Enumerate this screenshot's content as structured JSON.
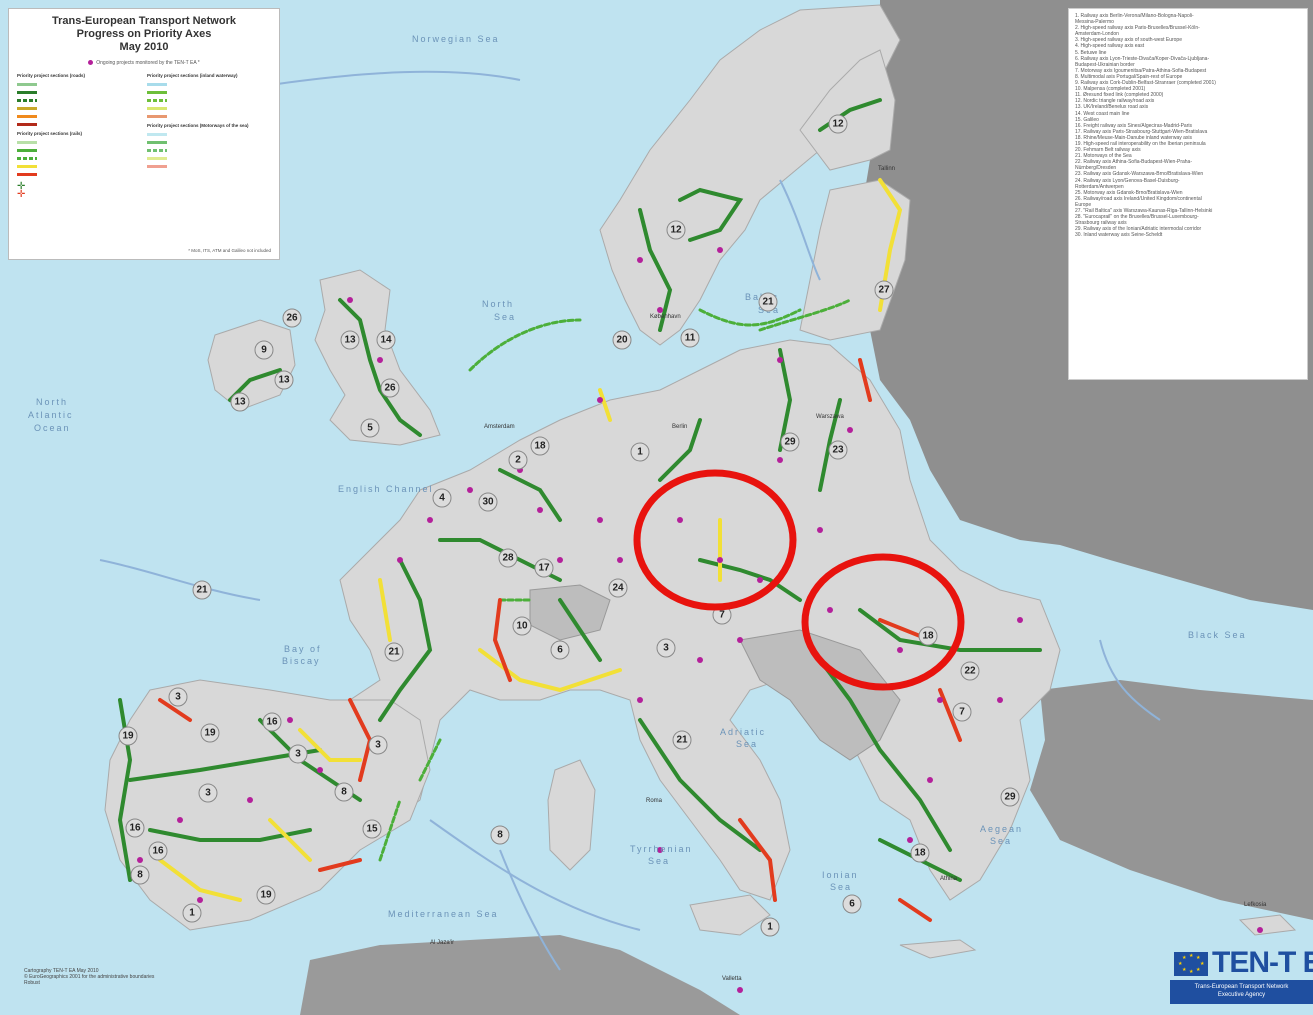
{
  "legend": {
    "title_line1": "Trans-European Transport Network",
    "title_line2": "Progress on Priority Axes",
    "title_line3": "May 2010",
    "note": "Ongoing projects monitored by the TEN-T EA *",
    "col1_head1": "Priority project sections (roads)",
    "col1_head2": "Priority project sections (rails)",
    "col2_head1": "Priority project sections (inland waterway)",
    "col2_head2": "Priority project sections (Motorways of the sea)",
    "footnote": "* MoS, ITS, ATM and Galileo not included",
    "colors": {
      "green_dark": "#2a7d2a",
      "green": "#4caf3a",
      "yellow": "#f2e037",
      "orange": "#f08a1c",
      "red": "#e23b1e",
      "project_dot": "#b4209a"
    }
  },
  "projects": [
    "1. Railway axis Berlin-Verona/Milano-Bologna-Napoli-",
    "   Messina-Palermo",
    "2. High-speed railway axis Paris-Bruxelles/Brussel-Köln-",
    "   Amsterdam-London",
    "3. High-speed railway axis of south-west Europe",
    "4. High-speed railway axis east",
    "5. Betuwe line",
    "6. Railway axis Lyon-Trieste-Divača/Koper-Divača-Ljubljana-",
    "   Budapest-Ukrainian border",
    "7. Motorway axis Igoumenitsa/Patra-Athina-Sofia-Budapest",
    "8. Multimodal axis Portugal/Spain-rest of Europe",
    "9. Railway axis Cork-Dublin-Belfast-Stranraer (completed 2001)",
    "10. Malpensa (completed 2001)",
    "11. Øresund fixed link (completed 2000)",
    "12. Nordic triangle railway/road axis",
    "13. UK/Ireland/Benelux road axis",
    "14. West coast main line",
    "15. Galileo",
    "16. Freight railway axis Sines/Algeciras-Madrid-Paris",
    "17. Railway axis Paris-Strasbourg-Stuttgart-Wien-Bratislava",
    "18. Rhine/Meuse-Main-Danube inland waterway axis",
    "19. High-speed rail interoperability on the Iberian peninsula",
    "20. Fehmarn Belt railway axis",
    "21. Motorways of the Sea",
    "22. Railway axis Athina-Sofia-Budapest-Wien-Praha-",
    "   Nürnberg/Dresden",
    "23. Railway axis Gdansk-Warszawa-Brno/Bratislava-Wien",
    "24. Railway axis Lyon/Genova-Basel-Duisburg-",
    "   Rotterdam/Antwerpen",
    "25. Motorway axis Gdansk-Brno/Bratislava-Wien",
    "26. Railway/road axis Ireland/United Kingdom/continental",
    "   Europe",
    "27. \"Rail Baltica\" axis Warszawa-Kaunas-Riga-Tallinn-Helsinki",
    "28. \"Eurocaprail\" on the Bruxelles/Brussel-Luxembourg-",
    "   Strasbourg railway axis",
    "29. Railway axis of the Ionian/Adriatic intermodal corridor",
    "30. Inland waterway axis Seine-Scheldt"
  ],
  "seas": {
    "norwegian": "Norwegian Sea",
    "north1": "North",
    "north2": "Sea",
    "baltic1": "Baltic",
    "baltic2": "Sea",
    "atlantic1": "North",
    "atlantic2": "Atlantic",
    "atlantic3": "Ocean",
    "channel": "English Channel",
    "biscay1": "Bay of",
    "biscay2": "Biscay",
    "adriatic1": "Adriatic",
    "adriatic2": "Sea",
    "tyrrhenian1": "Tyrrhenian",
    "tyrrhenian2": "Sea",
    "ionian1": "Ionian",
    "ionian2": "Sea",
    "aegean1": "Aegean",
    "aegean2": "Sea",
    "black": "Black Sea",
    "mediterranean": "Mediterranean Sea"
  },
  "cities": {
    "tallinn": "Tallinn",
    "kobenhavn": "København",
    "berlin": "Berlin",
    "amsterdam": "Amsterdam",
    "roma": "Roma",
    "athina": "Athina",
    "warszawa": "Warszawa",
    "alger": "Al Jaza'ir",
    "valletta": "Valletta",
    "lefkosia": "Lefkosia"
  },
  "numbers": [
    "12",
    "12",
    "27",
    "21",
    "11",
    "20",
    "1",
    "29",
    "23",
    "13",
    "14",
    "26",
    "9",
    "26",
    "13",
    "13",
    "5",
    "18",
    "2",
    "30",
    "4",
    "28",
    "17",
    "24",
    "10",
    "6",
    "3",
    "21",
    "21",
    "8",
    "6",
    "3",
    "19",
    "16",
    "19",
    "3",
    "3",
    "8",
    "3",
    "16",
    "8",
    "16",
    "19",
    "15",
    "1",
    "21",
    "1",
    "7",
    "18",
    "22",
    "7",
    "29",
    "18"
  ],
  "credit": {
    "line1": "Cartography TEN-T EA May 2010",
    "line2": "© EuroGeographics 2001 for the administrative boundaries",
    "line3": "Robust"
  },
  "logo": {
    "name": "TEN-T EA",
    "tag1": "Trans-European Transport Network",
    "tag2": "Executive Agency"
  }
}
